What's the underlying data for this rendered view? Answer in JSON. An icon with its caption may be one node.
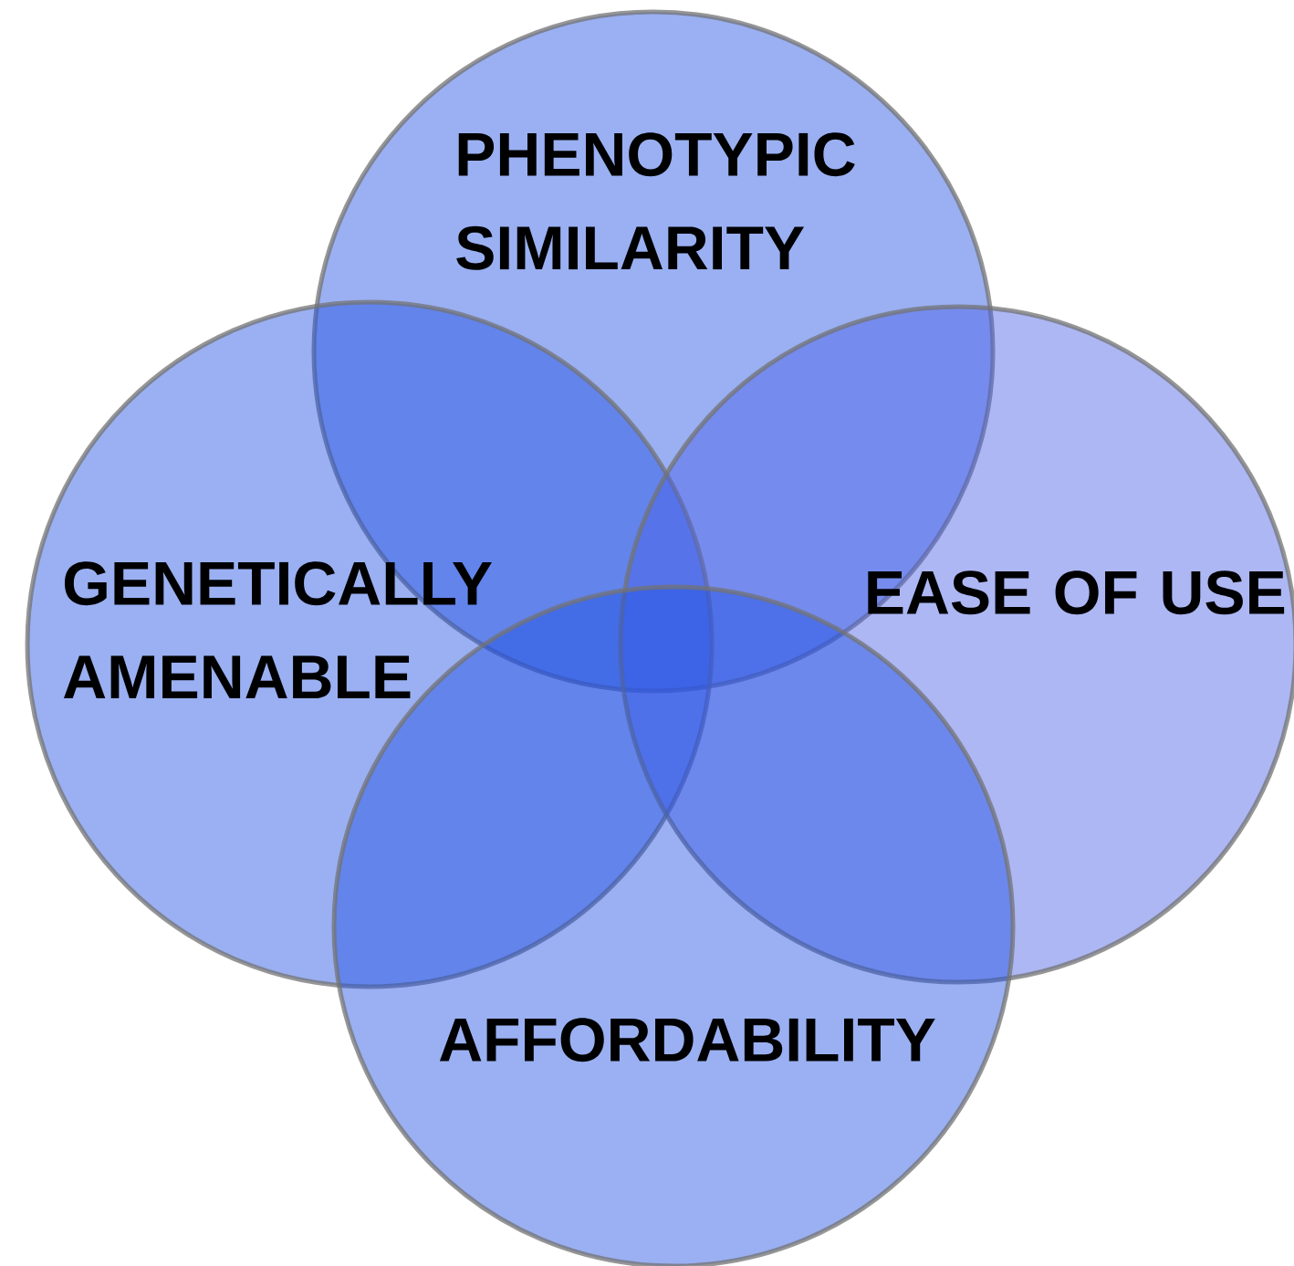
{
  "diagram": {
    "nodes": [
      {
        "text": [
          "PHENOTYPIC SIMILARITY"
        ]
      },
      {
        "text": [
          "GENETICALLY AMENABLE"
        ]
      },
      {
        "text": [
          "EASE OF USE"
        ]
      },
      {
        "text": [
          "AFFORDABILITY"
        ]
      }
    ]
  }
}
